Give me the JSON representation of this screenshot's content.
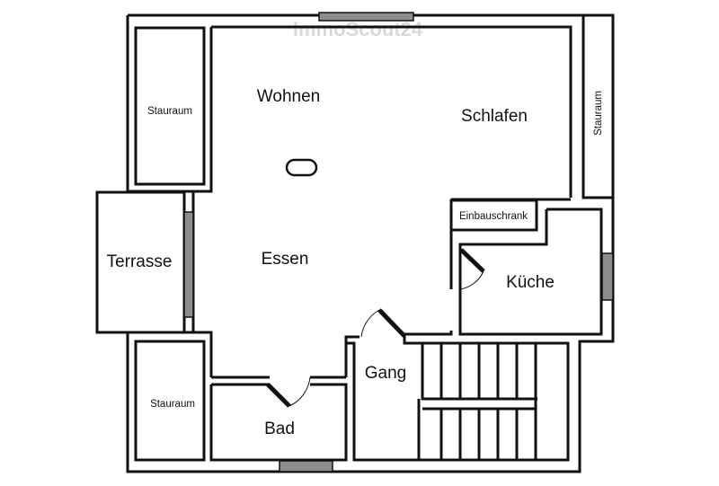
{
  "watermark": "ImmoScout24",
  "rooms": {
    "wohnen": "Wohnen",
    "schlafen": "Schlafen",
    "essen": "Essen",
    "kueche": "Küche",
    "gang": "Gang",
    "bad": "Bad",
    "terrasse": "Terrasse",
    "einbauschrank": "Einbauschrank",
    "stauraum_top_left": "Stauraum",
    "stauraum_right": "Stauraum",
    "stauraum_bottom_left": "Stauraum"
  },
  "colors": {
    "walls": "#111111",
    "windows": "#8c8c8c",
    "background": "#ffffff"
  }
}
